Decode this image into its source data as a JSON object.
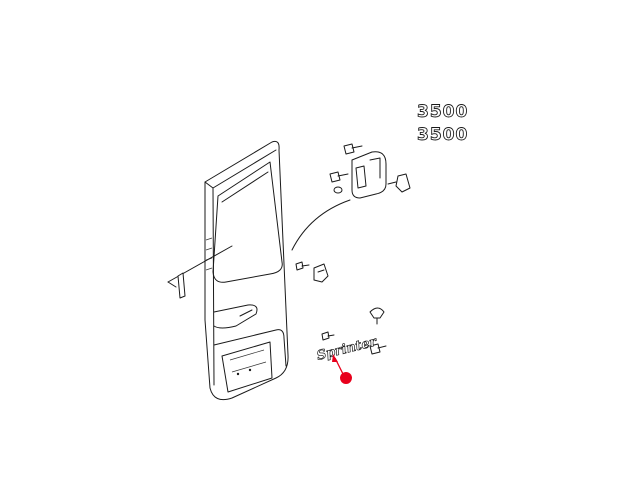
{
  "badges": {
    "upper": "3500",
    "lower": "3500"
  },
  "emblem": {
    "script": "Sprinter"
  },
  "colors": {
    "line": "#1a1a1a",
    "highlight": "#e8001c",
    "background": "#ffffff"
  }
}
